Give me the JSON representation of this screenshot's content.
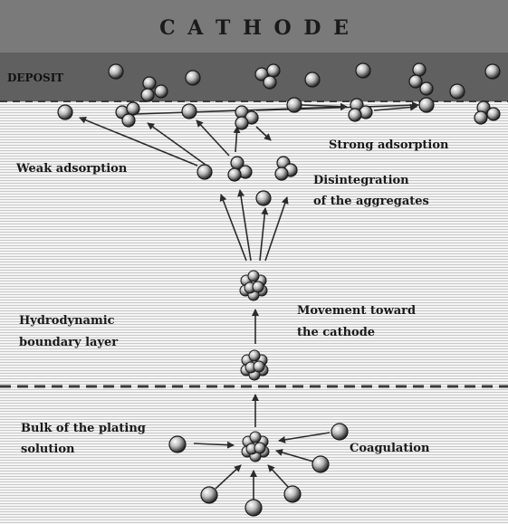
{
  "diagram": {
    "header": {
      "cathode_label": "C A T H O D E"
    },
    "zones": {
      "deposit_label": "DEPOSIT",
      "boundary_layer_label": [
        "Hydrodynamic",
        "boundary layer"
      ],
      "bulk_label": [
        "Bulk of the plating",
        "solution"
      ]
    },
    "processes": {
      "strong_adsorption": "Strong adsorption",
      "weak_adsorption": "Weak adsorption",
      "disintegration": [
        "Disintegration",
        "of the aggregates"
      ],
      "movement": [
        "Movement toward",
        "the cathode"
      ],
      "coagulation": "Coagulation"
    },
    "colors": {
      "cathode_band": "#7a7a7a",
      "deposit_band": "#5e5e5e",
      "solution_texture": "#dcdcdc",
      "particle_dark": "#2b2b2b",
      "particle_light": "#f2f2f2",
      "text": "#1a1a1a"
    }
  }
}
